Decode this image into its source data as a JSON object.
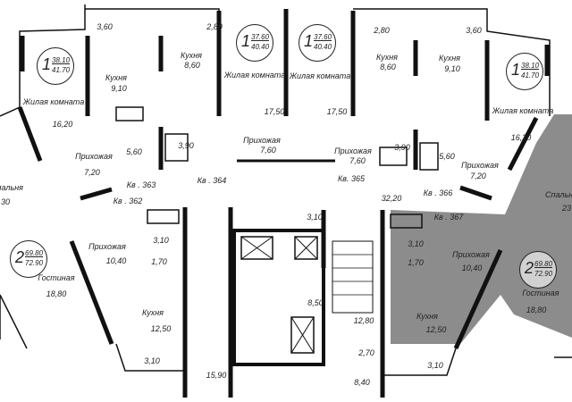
{
  "apartments": {
    "apt363": {
      "number": "Кв . 363",
      "rooms": "1",
      "area_living": "38.10",
      "area_total": "41.70",
      "kitchen": "Кухня",
      "kitchen_area": "9,10",
      "living": "Жилая комната",
      "living_area": "16,20",
      "hall": "Прихожая",
      "hall_area": "7,20",
      "bath_area": "5,60",
      "balcony_area": "3,60"
    },
    "apt364": {
      "number": "Кв . 364",
      "rooms": "1",
      "area_living": "37.60",
      "area_total": "40.40",
      "kitchen": "Кухня",
      "kitchen_area": "8,60",
      "living": "Жилая комната",
      "living_area": "17,50",
      "hall": "Прихожая",
      "hall_area": "7,60",
      "bath_area": "3,90",
      "balcony_area": "2,80"
    },
    "apt365": {
      "number": "Кв. 365",
      "rooms": "1",
      "area_living": "37.60",
      "area_total": "40.40",
      "kitchen": "Кухня",
      "kitchen_area": "8,60",
      "living": "Жилая комната",
      "living_area": "17,50",
      "hall": "Прихожая",
      "hall_area": "7,60",
      "bath_area": "3,90",
      "balcony_area": "2,80"
    },
    "apt366": {
      "number": "Кв . 366",
      "rooms": "1",
      "area_living": "38.10",
      "area_total": "41.70",
      "kitchen": "Кухня",
      "kitchen_area": "9,10",
      "living": "Жилая комната",
      "living_area": "16,20",
      "hall": "Прихожая",
      "hall_area": "7,20",
      "bath_area": "5,60",
      "balcony_area": "3,60"
    },
    "apt362": {
      "number": "Кв . 362",
      "rooms": "2",
      "area_living": "69.80",
      "area_total": "72.90",
      "bedroom": "Спальня",
      "bedroom_area": "30",
      "hall": "Прихожая",
      "hall_area": "10,40",
      "bath_area": "3,10",
      "wc_area": "1,70",
      "lounge": "Гостиная",
      "lounge_area": "18,80",
      "kitchen": "Кухня",
      "kitchen_area": "12,50",
      "balcony_area": "3,10"
    },
    "apt367": {
      "number": "Кв . 367",
      "rooms": "2",
      "area_living": "69.80",
      "area_total": "72.90",
      "bedroom": "Спальня",
      "bedroom_area": "23",
      "hall": "Прихожая",
      "hall_area": "10,40",
      "bath_area": "3,10",
      "wc_area": "1,70",
      "lounge": "Гостиная",
      "lounge_area": "18,80",
      "kitchen": "Кухня",
      "kitchen_area": "12,50",
      "balcony_area": "3,10"
    }
  },
  "common": {
    "corridor_area": "32,20",
    "vestibule_left": "3,10",
    "lift_hall": "8,50",
    "stairs": "12,80",
    "tambour": "2,70",
    "lobby": "8,40",
    "service_room": "15,90"
  },
  "colors": {
    "highlight": "#8c8c8c",
    "wall": "#111111"
  }
}
